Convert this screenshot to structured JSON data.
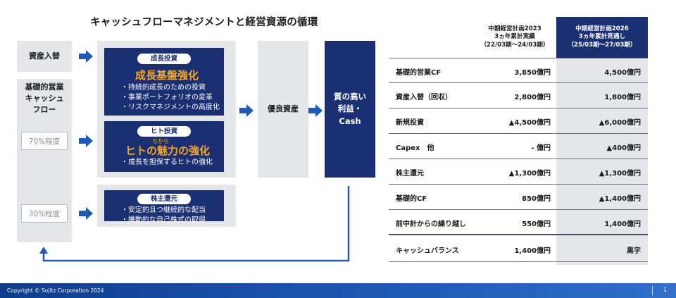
{
  "title": "キャッシュフローマネジメントと経営資源の循環",
  "left": {
    "asset_swap": "資産入替",
    "basic_cf_lines": [
      "基礎的営業",
      "キャッシュ",
      "フロー"
    ],
    "pct_70": "70%程度",
    "pct_30": "30%程度"
  },
  "growth": {
    "pill": "成長投資",
    "headline": "成長基盤強化",
    "bullets": [
      "・持続的成長のための投資",
      "・事業ポートフォリオの変革",
      "・リスクマネジメントの高度化"
    ]
  },
  "people": {
    "pill": "ヒト投資",
    "ruby": "ちから",
    "headline": "ヒトの魅力の強化",
    "bullets": [
      "・成長を担保するヒトの強化"
    ]
  },
  "shareholder": {
    "pill": "株主還元",
    "bullets": [
      "・安定的且つ継続的な配当",
      "・機動的な自己株式の取得"
    ]
  },
  "quality_assets": "優良資産",
  "profit_lines": [
    "質の高い",
    "利益・",
    "Cash"
  ],
  "table": {
    "headers": [
      [
        "中期経営計画2023",
        "3ヵ年累計実績",
        "（22/03期〜24/03期）"
      ],
      [
        "中期経営計画2026",
        "3ヵ年累計見通し",
        "（25/03期〜27/03期）"
      ]
    ],
    "rows": [
      {
        "label": "基礎的営業CF",
        "v1": "3,850億円",
        "v2": "4,500億円"
      },
      {
        "label": "資産入替（回収）",
        "v1": "2,800億円",
        "v2": "1,800億円"
      },
      {
        "label": "新規投資",
        "v1": "▲4,500億円",
        "v2": "▲6,000億円"
      },
      {
        "label": "Capex　他",
        "v1": "- 億円",
        "v2": "▲400億円"
      },
      {
        "label": "株主還元",
        "v1": "▲1,300億円",
        "v2": "▲1,300億円"
      },
      {
        "label": "基礎的CF",
        "v1": "850億円",
        "v2": "▲1,400億円"
      },
      {
        "label": "前中計からの繰り越し",
        "v1": "550億円",
        "v2": "1,400億円"
      },
      {
        "label": "キャッシュバランス",
        "v1": "1,400億円",
        "v2": "黒字"
      }
    ]
  },
  "footer": {
    "copyright": "Copyright © Sojitz Corporation 2024",
    "page": "1"
  },
  "colors": {
    "navy": "#1b2f73",
    "orange": "#f5a623",
    "arrow_blue": "#1f5ab8",
    "light_gray": "#e4e6ea"
  }
}
